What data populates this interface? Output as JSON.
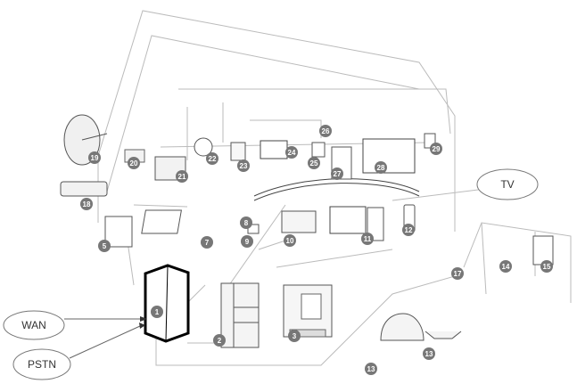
{
  "clouds": {
    "wan": "WAN",
    "pstn": "PSTN",
    "tv": "TV"
  },
  "badges": [
    "1",
    "2",
    "3",
    "5",
    "7",
    "8",
    "9",
    "10",
    "11",
    "12",
    "13",
    "13",
    "14",
    "15",
    "17",
    "18",
    "19",
    "20",
    "21",
    "22",
    "23",
    "24",
    "25",
    "26",
    "27",
    "28",
    "29"
  ],
  "icons": {
    "hub": "central-cabinet-icon",
    "server": "server-rack-icon",
    "appliance": "appliance-box-icon",
    "satellite": "satellite-dish-icon",
    "camera": "security-camera-icon",
    "tv": "flat-screen-tv-icon",
    "laptop": "laptop-icon",
    "phone": "desk-phone-icon",
    "desktop": "desktop-computer-icon",
    "mobile": "mobile-phone-icon",
    "speaker": "rock-speaker-icon",
    "lamp": "plant-lamp-icon"
  }
}
